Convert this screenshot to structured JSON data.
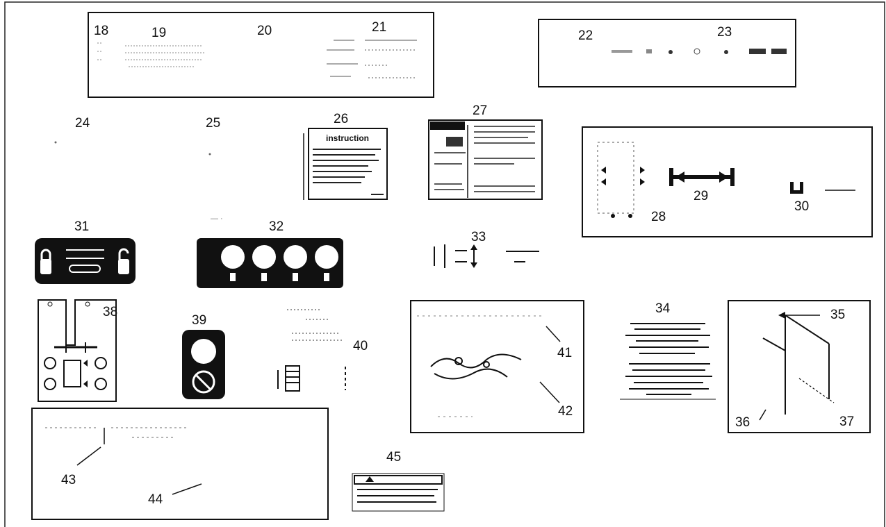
{
  "figure": {
    "callouts": {
      "c18": "18",
      "c19": "19",
      "c20": "20",
      "c21": "21",
      "c22": "22",
      "c23": "23",
      "c24": "24",
      "c25": "25",
      "c26": "26",
      "c27": "27",
      "c28": "28",
      "c29": "29",
      "c30": "30",
      "c31": "31",
      "c32": "32",
      "c33": "33",
      "c34": "34",
      "c35": "35",
      "c36": "36",
      "c37": "37",
      "c38": "38",
      "c39": "39",
      "c40": "40",
      "c41": "41",
      "c42": "42",
      "c43": "43",
      "c44": "44",
      "c45": "45"
    },
    "decal_26_heading": "instruction"
  },
  "colors": {
    "ink": "#111111",
    "paper": "#ffffff",
    "frame": "#222222"
  }
}
